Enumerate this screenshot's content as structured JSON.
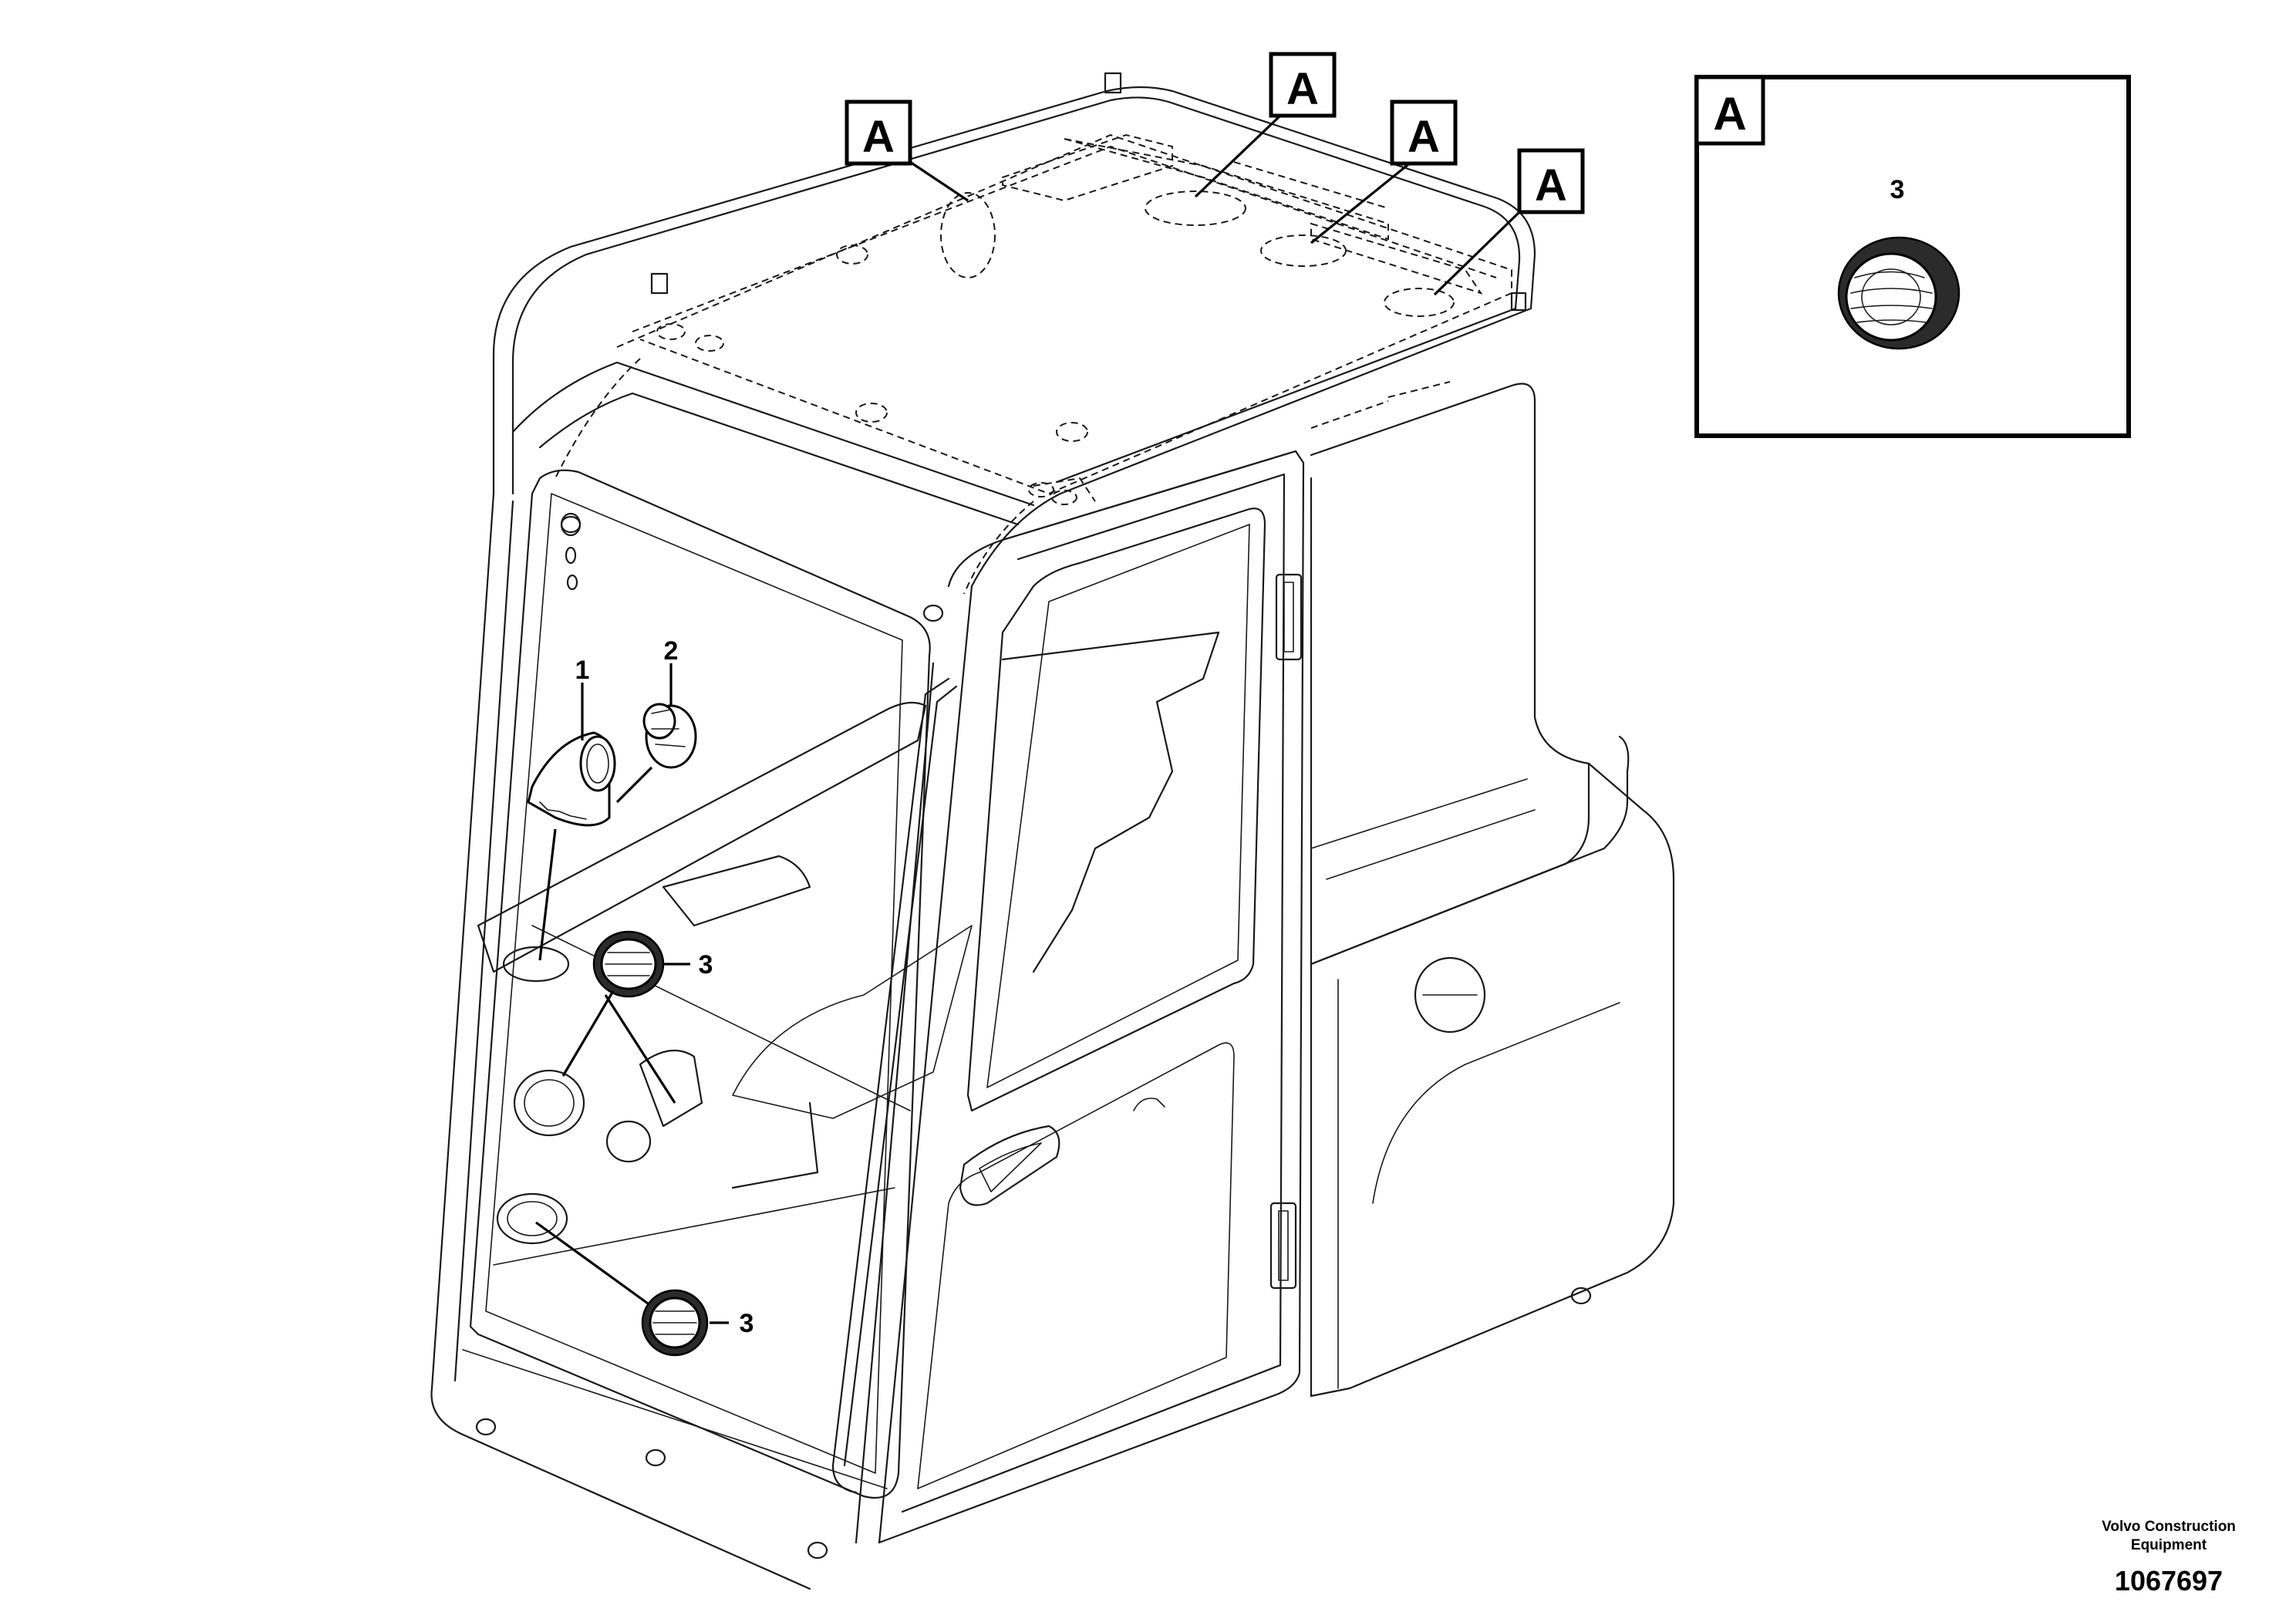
{
  "callouts": {
    "part_1": "1",
    "part_2": "2",
    "part_3_upper": "3",
    "part_3_lower": "3",
    "part_3_detail": "3"
  },
  "view_refs": {
    "ref_a_1": "A",
    "ref_a_2": "A",
    "ref_a_3": "A",
    "ref_a_4": "A",
    "detail_a": "A"
  },
  "footer": {
    "company_line_1": "Volvo Construction",
    "company_line_2": "Equipment",
    "drawing_number": "1067697"
  }
}
